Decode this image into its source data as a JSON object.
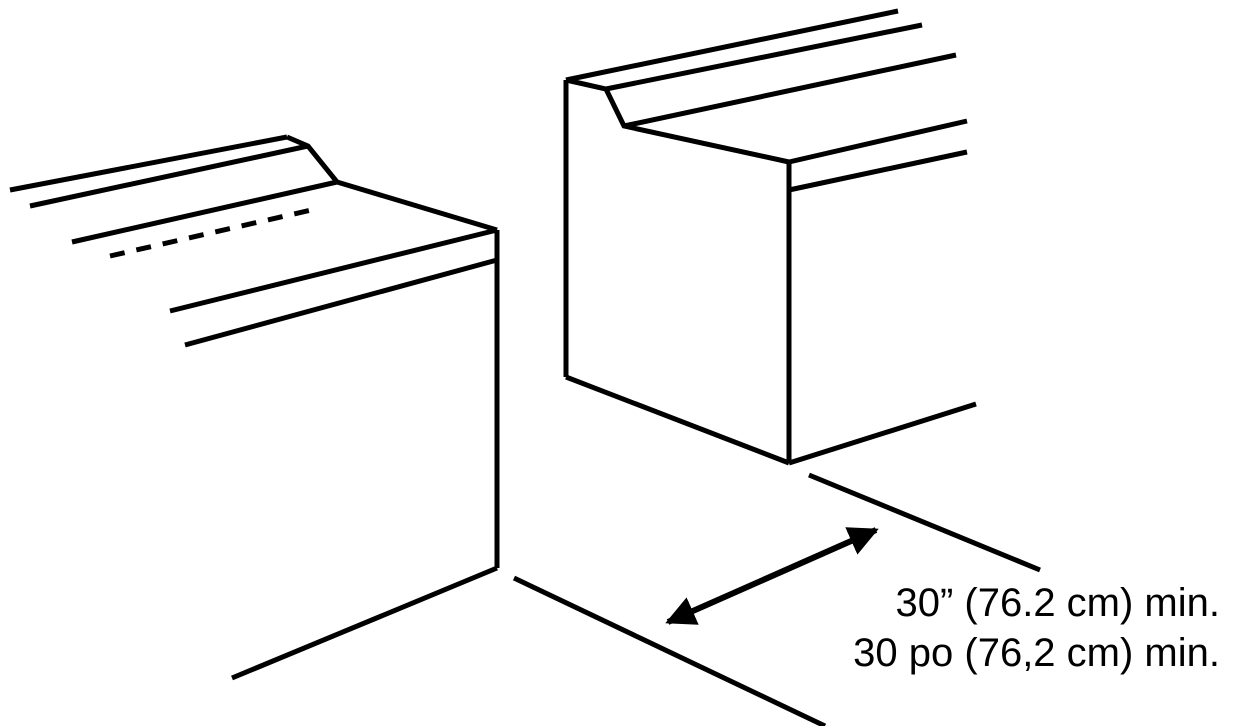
{
  "diagram": {
    "stroke_color": "#000000",
    "background_color": "#ffffff",
    "objects": [
      {
        "name": "Left cabinet"
      },
      {
        "name": "Right cabinet"
      }
    ],
    "arrow": "double-headed",
    "clearance": {
      "line1": "30” (76.2 cm) min.",
      "line2": "30 po (76,2 cm) min."
    }
  }
}
